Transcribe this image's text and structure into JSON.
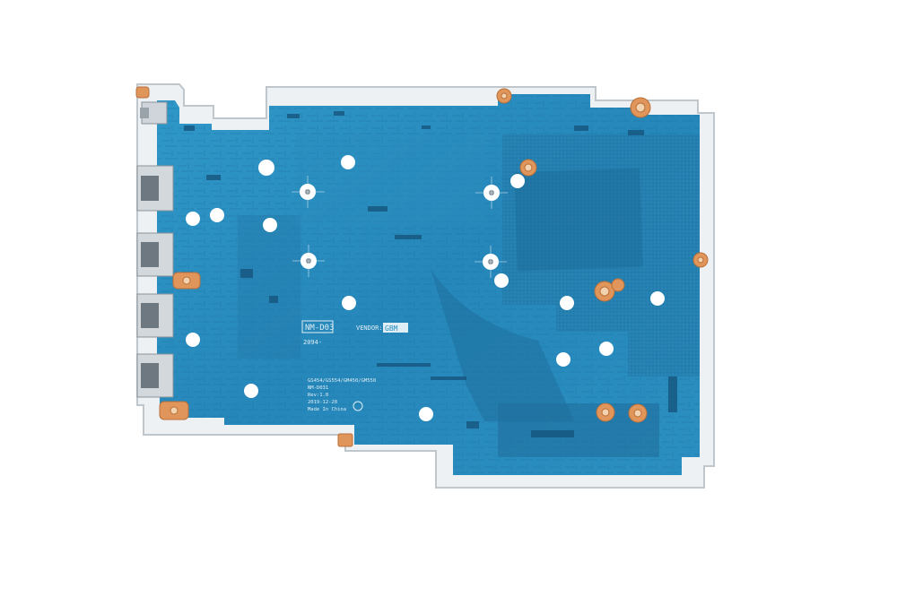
{
  "photo": {
    "subject": "laptop motherboard, bottom side",
    "background_color": "#ffffff",
    "pcb_color": "#2a8fc0",
    "bracket_color": "#e9edf0",
    "pad_color": "#e0955a"
  },
  "silkscreen": {
    "board_id": "NM-D03",
    "vendor_label": "VENDOR:",
    "vendor_code": "GBM",
    "board_serial": "2094-",
    "lines": [
      "GS454/GS554/GM450/GM550",
      "NM-D031",
      "Rev:1.0",
      "2019-12-20",
      "Made In China"
    ]
  }
}
